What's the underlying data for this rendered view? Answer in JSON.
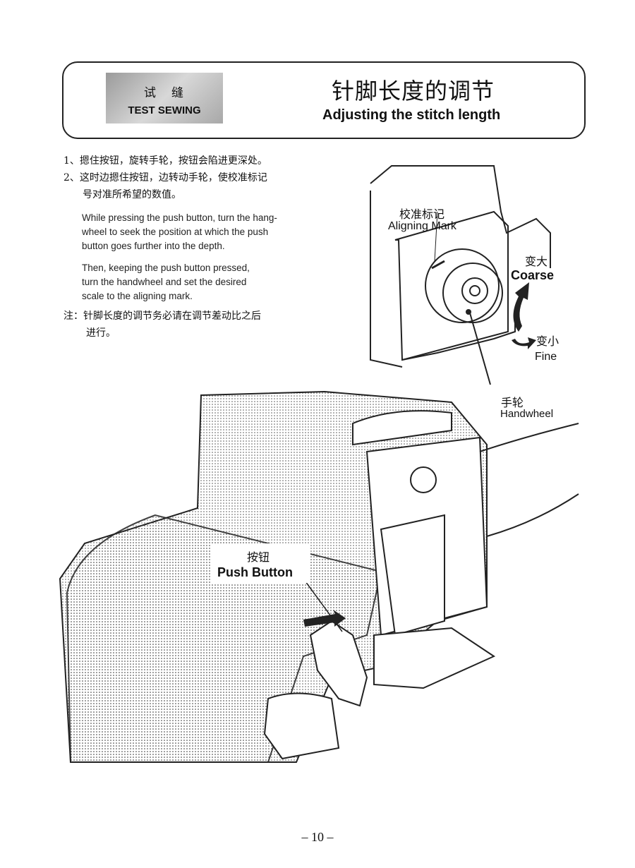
{
  "header": {
    "badge_zh": "试缝",
    "badge_en": "TEST SEWING",
    "title_zh": "针脚长度的调节",
    "title_en": "Adjusting the stitch length"
  },
  "steps_zh": [
    "1、摁住按钮，旋转手轮，按钮会陷进更深处。",
    "2、这时边摁住按钮，边转动手轮，使校准标记",
    "号对准所希望的数值。"
  ],
  "paragraph_1": [
    "While pressing the push button, turn the hang-",
    "wheel to seek the position at which the push",
    "button goes further into the depth."
  ],
  "paragraph_2": [
    "Then, keeping the push button pressed,",
    "turn the handwheel and set the desired",
    "scale to the aligning mark."
  ],
  "note_zh": [
    "注：针脚长度的调节务必请在调节差动比之后",
    "进行。"
  ],
  "labels": {
    "aligning_zh": "校准标记",
    "aligning_en": "Aligning Mark",
    "coarse_zh": "变大",
    "coarse_en": "Coarse",
    "fine_zh": "变小",
    "fine_en": "Fine",
    "handwheel_zh": "手轮",
    "handwheel_en": "Handwheel",
    "push_zh": "按钮",
    "push_en": "Push Button"
  },
  "page_number": "– 10 –"
}
